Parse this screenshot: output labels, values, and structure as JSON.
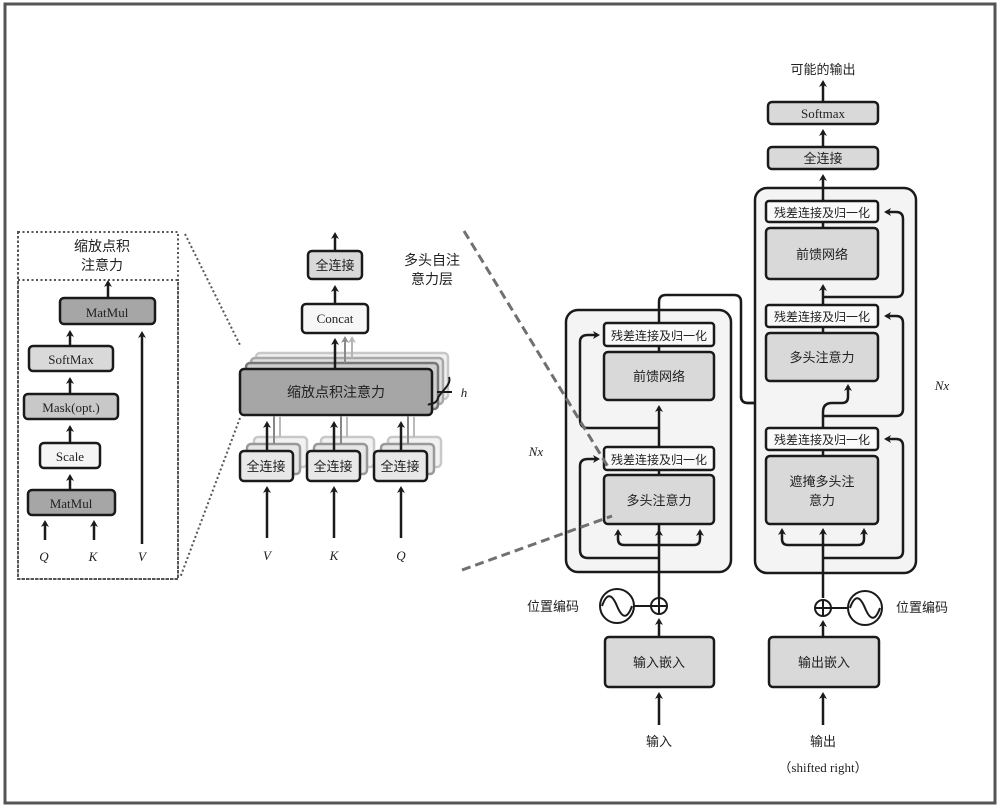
{
  "colors": {
    "dark_fill": "#a6a6a6",
    "mid_fill": "#d9d9d9",
    "light_fill": "#efefef",
    "panel_fill": "#f4f4f4",
    "stroke": "#1a1a1a",
    "dash": "#707070"
  },
  "sdpa_panel": {
    "title_line1": "缩放点积",
    "title_line2": "注意力",
    "matmul_top": "MatMul",
    "softmax": "SoftMax",
    "mask": "Mask(opt.)",
    "scale": "Scale",
    "matmul_bottom": "MatMul",
    "input_q": "Q",
    "input_k": "K",
    "input_v": "V"
  },
  "mha_panel": {
    "label_line1": "多头自注",
    "label_line2": "意力层",
    "linear_out": "全连接",
    "concat": "Concat",
    "sdpa": "缩放点积注意力",
    "heads": "h",
    "linear_v": "全连接",
    "linear_k": "全连接",
    "linear_q": "全连接",
    "input_v": "V",
    "input_k": "K",
    "input_q": "Q"
  },
  "encoder": {
    "add_norm_top": "残差连接及归一化",
    "ffn": "前馈网络",
    "add_norm_bottom": "残差连接及归一化",
    "mha": "多头注意力",
    "repeat": "Nx",
    "pos_encoding": "位置编码",
    "embedding": "输入嵌入",
    "input": "输入"
  },
  "decoder": {
    "output_label": "可能的输出",
    "softmax": "Softmax",
    "linear": "全连接",
    "add_norm_top": "残差连接及归一化",
    "ffn": "前馈网络",
    "add_norm_mid": "残差连接及归一化",
    "mha": "多头注意力",
    "add_norm_bottom": "残差连接及归一化",
    "masked_mha_line1": "遮掩多头注",
    "masked_mha_line2": "意力",
    "repeat": "Nx",
    "pos_encoding": "位置编码",
    "embedding": "输出嵌入",
    "input": "输出",
    "input_note": "（shifted right）"
  }
}
